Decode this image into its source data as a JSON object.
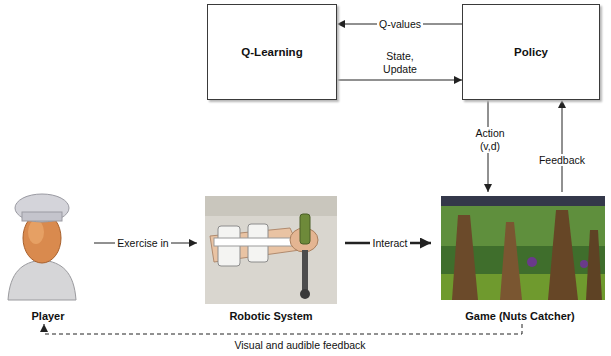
{
  "diagram": {
    "nodes": [
      {
        "text": [
          "Q-Learning"
        ]
      },
      {
        "text": [
          "Policy"
        ]
      },
      {
        "text": [
          "Player"
        ]
      },
      {
        "text": [
          "Robotic System"
        ]
      },
      {
        "text": [
          "Game (Nuts Catcher)"
        ]
      }
    ],
    "edges": [
      {
        "from": 1,
        "to": 0,
        "label": "Q-values",
        "arrow": "to"
      },
      {
        "from": 0,
        "to": 1,
        "label": "State, Update",
        "arrow": "to"
      },
      {
        "from": 1,
        "to": 4,
        "label": "Action (v,d)",
        "arrow": "to"
      },
      {
        "from": 4,
        "to": 1,
        "label": "Feedback",
        "arrow": "to"
      },
      {
        "from": 2,
        "to": 3,
        "label": "Exercise in",
        "arrow": "to"
      },
      {
        "from": 3,
        "to": 4,
        "label": "Interact",
        "arrow": "to"
      },
      {
        "from": 4,
        "to": 2,
        "label": "Visual and audible feedback",
        "arrow": "to"
      }
    ]
  }
}
